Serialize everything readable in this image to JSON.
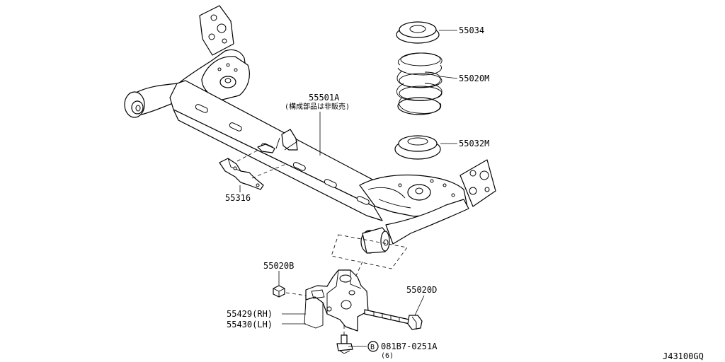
{
  "callouts": {
    "c55034": "55034",
    "c55020M": "55020M",
    "c55032M": "55032M",
    "c55501A": "55501A",
    "c55501A_note": "(構成部品は非販売)",
    "c55316": "55316",
    "c55020B": "55020B",
    "c55020D": "55020D",
    "c55429": "55429(RH)",
    "c55430": "55430(LH)",
    "bolt_symbol": "B",
    "bolt_code": "081B7-0251A",
    "bolt_qty": "(6)"
  },
  "figure_id": "J43100GQ"
}
